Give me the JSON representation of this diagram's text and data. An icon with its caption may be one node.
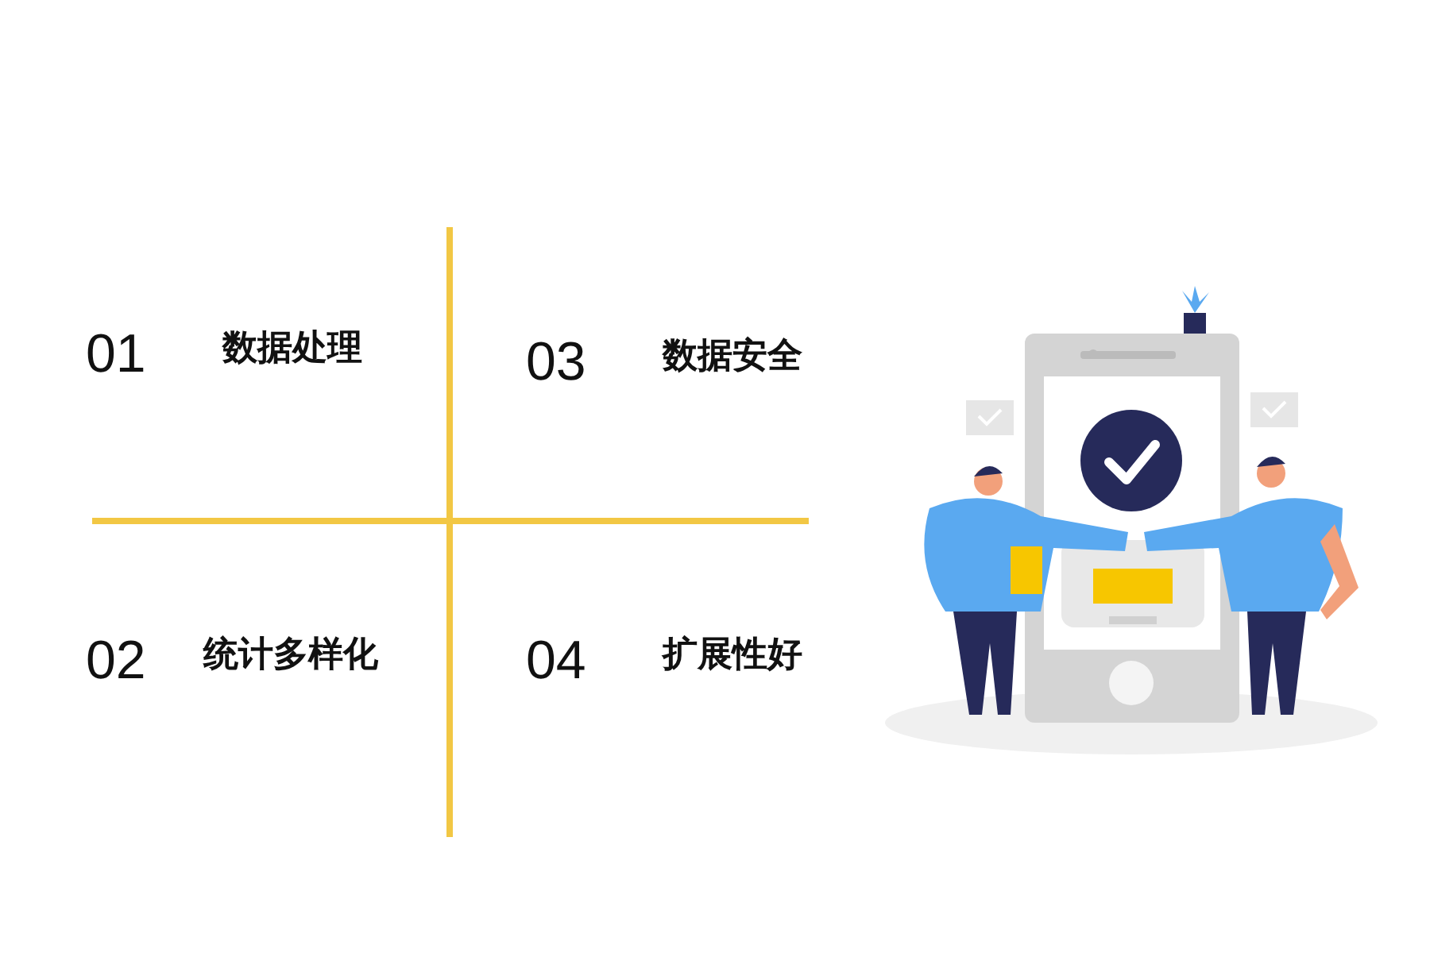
{
  "diagram": {
    "labels": [
      "01",
      "数据处理",
      "03",
      "数据安全",
      "02",
      "统计多样化",
      "04",
      "扩展性好"
    ]
  }
}
